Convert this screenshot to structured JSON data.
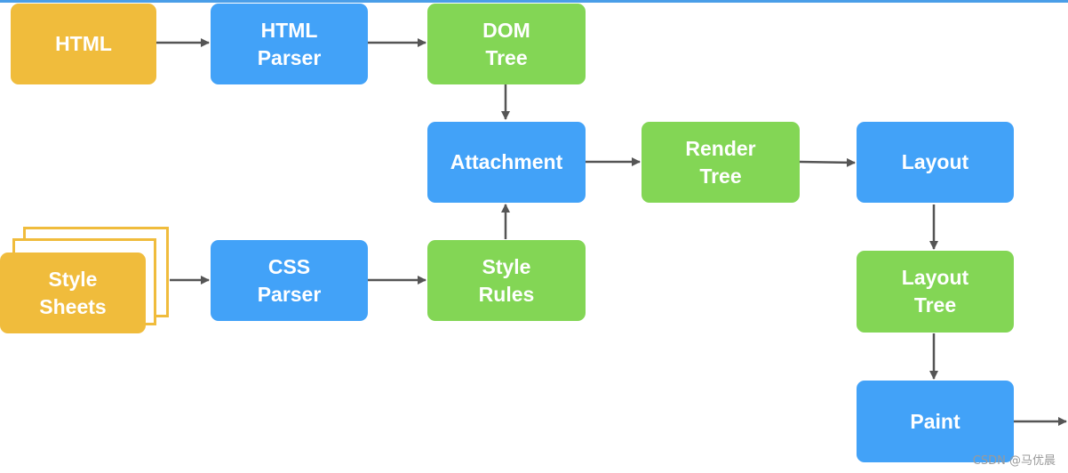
{
  "colors": {
    "orange": "#f0bc3c",
    "blue": "#42a2f8",
    "green": "#83d655",
    "arrow": "#555555"
  },
  "nodes": {
    "html": "HTML",
    "html_parser": "HTML\nParser",
    "dom_tree": "DOM\nTree",
    "attachment": "Attachment",
    "render_tree": "Render\nTree",
    "layout": "Layout",
    "style_sheets": "Style\nSheets",
    "css_parser": "CSS\nParser",
    "style_rules": "Style\nRules",
    "layout_tree": "Layout\nTree",
    "paint": "Paint"
  },
  "watermark": "CSDN @马优晨"
}
